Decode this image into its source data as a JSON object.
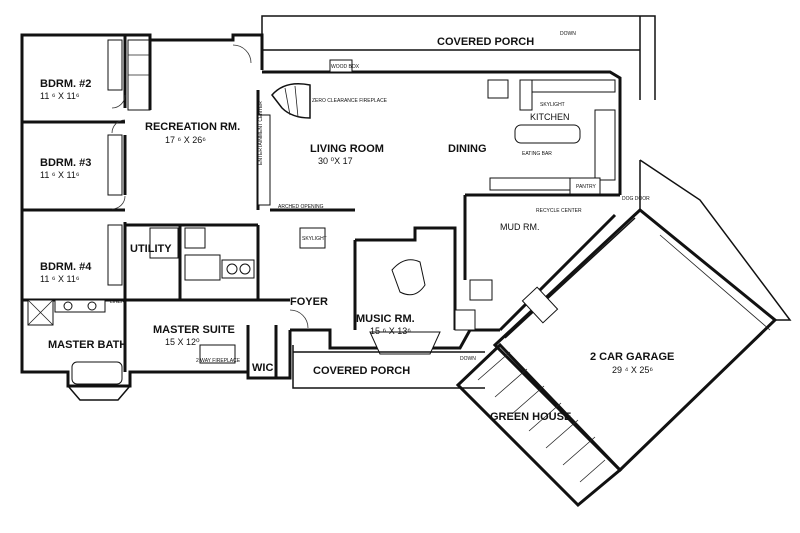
{
  "rooms": {
    "covered_porch_top": {
      "label": "COVERED PORCH"
    },
    "bedroom_2": {
      "label": "BDRM. #2",
      "dims": "11 ⁶ X 11⁶"
    },
    "recreation_room": {
      "label": "RECREATION RM.",
      "dims": "17 ⁶ X 26⁶"
    },
    "bedroom_3": {
      "label": "BDRM. #3",
      "dims": "11 ⁶ X 11⁶"
    },
    "living_room": {
      "label": "LIVING ROOM",
      "dims": "30 ⁰X 17"
    },
    "dining": {
      "label": "DINING"
    },
    "kitchen": {
      "label": "KITCHEN"
    },
    "bedroom_4": {
      "label": "BDRM. #4",
      "dims": "11 ⁶ X 11⁶"
    },
    "utility": {
      "label": "UTILITY"
    },
    "mud_room": {
      "label": "MUD RM."
    },
    "foyer": {
      "label": "FOYER"
    },
    "music_room": {
      "label": "MUSIC RM.",
      "dims": "15 ⁶ X 13⁶"
    },
    "master_suite": {
      "label": "MASTER SUITE",
      "dims": "15 X 12⁰"
    },
    "master_bath": {
      "label": "MASTER BATH"
    },
    "wic": {
      "label": "WIC"
    },
    "covered_porch_bottom": {
      "label": "COVERED PORCH"
    },
    "garage": {
      "label": "2 CAR GARAGE",
      "dims": "29 ⁴ X 25⁶"
    },
    "green_house": {
      "label": "GREEN HOUSE"
    }
  },
  "notes": {
    "entertainment_center": "ENTERTAINMENT CENTER",
    "arched_opening": "ARCHED OPENING",
    "zero_clearance_fireplace": "ZERO CLEARANCE FIREPLACE",
    "wood_box": "WOOD BOX",
    "skylight": "SKYLIGHT",
    "eating_bar": "EATING BAR",
    "pantry": "PANTRY",
    "recycle_center": "RECYCLE CENTER",
    "dog_door": "DOG DOOR",
    "down": "DOWN",
    "linen": "LINEN",
    "two_way_fireplace": "2 WAY FIREPLACE"
  }
}
